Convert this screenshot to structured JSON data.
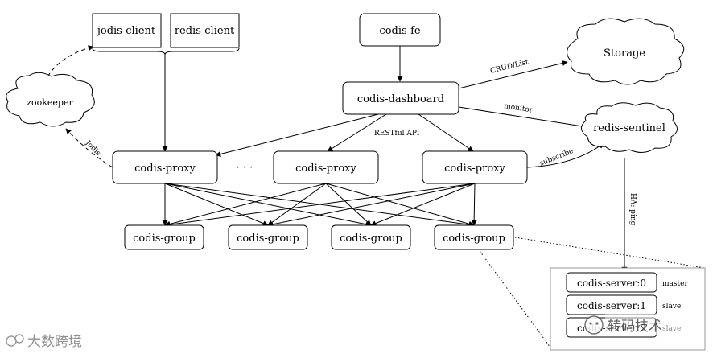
{
  "nodes": {
    "jodis_client": "jodis-client",
    "redis_client": "redis-client",
    "codis_fe": "codis-fe",
    "storage": "Storage",
    "zookeeper": "zookeeper",
    "codis_dashboard": "codis-dashboard",
    "redis_sentinel": "redis-sentinel",
    "proxy_1": "codis-proxy",
    "proxy_ellipsis": "· · ·",
    "proxy_2": "codis-proxy",
    "proxy_3": "codis-proxy",
    "group_1": "codis-group",
    "group_2": "codis-group",
    "group_3": "codis-group",
    "group_4": "codis-group",
    "server_0": "codis-server:0",
    "server_1": "codis-server:1",
    "server_2": "codis-server:2"
  },
  "roles": {
    "master": "master",
    "slave_1": "slave",
    "slave_2": "slave"
  },
  "edges": {
    "crud_list": "CRUD/List",
    "monitor": "monitor",
    "restful_api": "RESTful API",
    "jodis": "Jodis",
    "subscribe": "subscribe",
    "ha_ping": "HA: ping"
  },
  "watermarks": {
    "left": "大数跨境",
    "right": "转码技术"
  }
}
